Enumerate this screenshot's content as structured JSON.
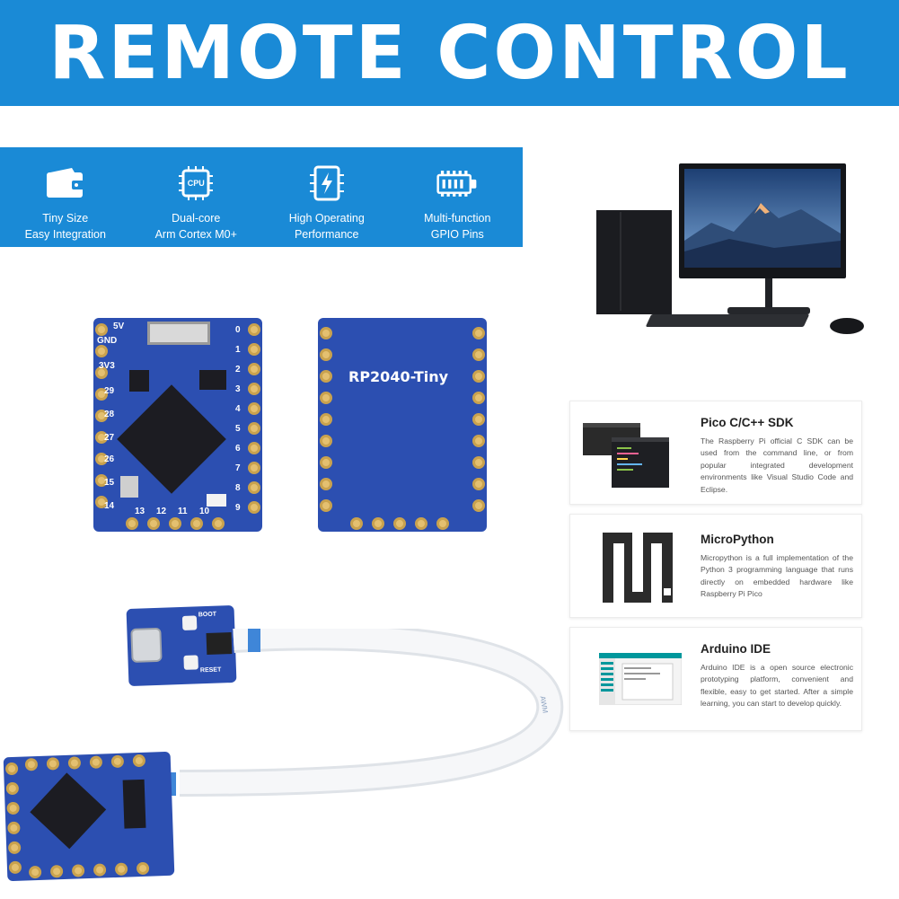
{
  "banner": {
    "title": "REMOTE CONTROL"
  },
  "features": [
    {
      "icon": "wallet-icon",
      "line1": "Tiny Size",
      "line2": "Easy Integration"
    },
    {
      "icon": "cpu-icon",
      "chip_text": "CPU",
      "line1": "Dual-core",
      "line2": "Arm Cortex M0+"
    },
    {
      "icon": "lightning-icon",
      "line1": "High Operating",
      "line2": "Performance"
    },
    {
      "icon": "gpio-pins-icon",
      "line1": "Multi-function",
      "line2": "GPIO Pins"
    }
  ],
  "board_front": {
    "left_labels": [
      "5V",
      "GND",
      "3V3",
      "29",
      "28",
      "27",
      "26",
      "15",
      "14"
    ],
    "right_labels": [
      "0",
      "1",
      "2",
      "3",
      "4",
      "5",
      "6",
      "7",
      "8",
      "9"
    ],
    "bottom_labels": [
      "13",
      "12",
      "11",
      "10"
    ]
  },
  "board_back": {
    "label": "RP2040-Tiny"
  },
  "adapter": {
    "boot_label": "BOOT",
    "reset_label": "RESET"
  },
  "cable": {
    "print": "AWM"
  },
  "cards": [
    {
      "title": "Pico C/C++ SDK",
      "desc": "The Raspberry Pi official C SDK can be used from the command line, or from popular integrated development environments like Visual Studio Code and Eclipse."
    },
    {
      "title": "MicroPython",
      "desc": "Micropython is a full implementation of the Python 3 programming language that runs directly on embedded hardware like Raspberry Pi Pico"
    },
    {
      "title": "Arduino IDE",
      "desc": "Arduino IDE is a open source electronic prototyping platform, convenient and flexible, easy to get started. After a simple learning, you can start to develop quickly."
    }
  ],
  "colors": {
    "brand_blue": "#1a8ad6",
    "pcb_blue": "#2c4fb1",
    "pad_gold": "#e4c070"
  }
}
